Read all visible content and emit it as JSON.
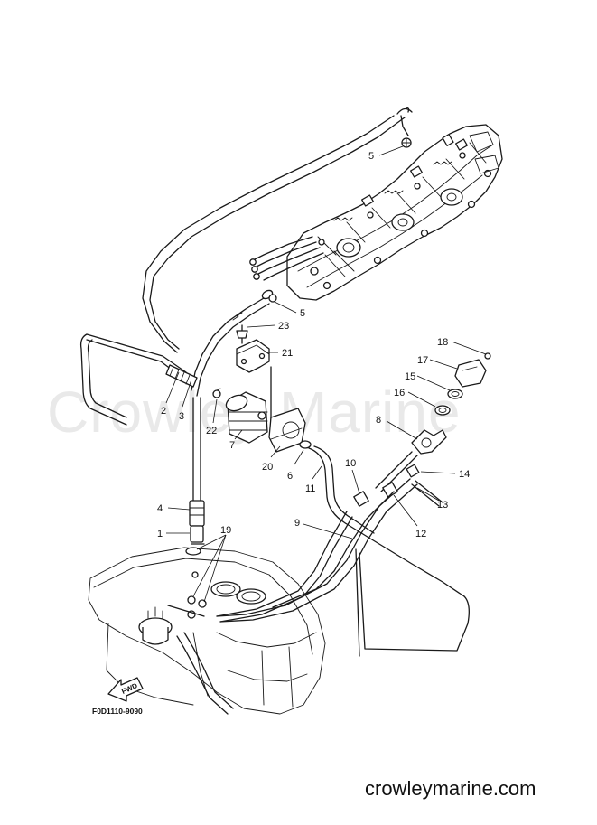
{
  "watermark": "Crowley Marine",
  "diagram_code": "F0D1110-9090",
  "forward_label": "FWD",
  "site": "crowleymarine.com",
  "callouts": [
    {
      "id": "c5a",
      "label": "5"
    },
    {
      "id": "c5b",
      "label": "5"
    },
    {
      "id": "c23",
      "label": "23"
    },
    {
      "id": "c21",
      "label": "21"
    },
    {
      "id": "c18",
      "label": "18"
    },
    {
      "id": "c17",
      "label": "17"
    },
    {
      "id": "c15",
      "label": "15"
    },
    {
      "id": "c16",
      "label": "16"
    },
    {
      "id": "c2",
      "label": "2"
    },
    {
      "id": "c3",
      "label": "3"
    },
    {
      "id": "c22",
      "label": "22"
    },
    {
      "id": "c7",
      "label": "7"
    },
    {
      "id": "c8",
      "label": "8"
    },
    {
      "id": "c20",
      "label": "20"
    },
    {
      "id": "c6",
      "label": "6"
    },
    {
      "id": "c11",
      "label": "11"
    },
    {
      "id": "c10",
      "label": "10"
    },
    {
      "id": "c14",
      "label": "14"
    },
    {
      "id": "c4",
      "label": "4"
    },
    {
      "id": "c13",
      "label": "13"
    },
    {
      "id": "c12",
      "label": "12"
    },
    {
      "id": "c9",
      "label": "9"
    },
    {
      "id": "c1",
      "label": "1"
    },
    {
      "id": "c19",
      "label": "19"
    }
  ]
}
